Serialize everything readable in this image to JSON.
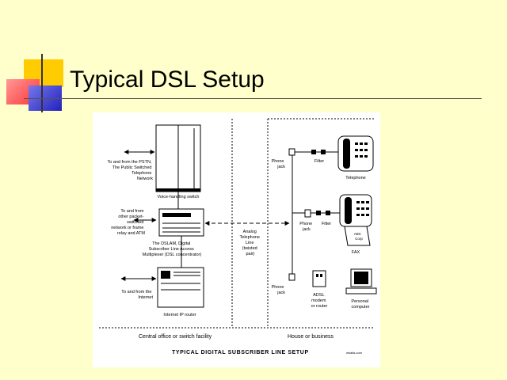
{
  "slide": {
    "title": "Typical DSL Setup",
    "accent_colors": {
      "yellow": "#ffcc00",
      "red": "#ff3333",
      "blue": "#3333cc"
    }
  },
  "diagram": {
    "caption": "TYPICAL DIGITAL SUBSCRIBER LINE SETUP",
    "credit": "whatis.com",
    "central_office": {
      "region_label": "Central office or switch facility",
      "pstn_label": [
        "To and from the PSTN,",
        "The Public Switched",
        "Telephone",
        "Network"
      ],
      "voice_switch_label": "Voice-handling switch",
      "packet_label": [
        "To and from",
        "other packet-",
        "switched",
        "network or frame",
        "relay and ATM"
      ],
      "dslam_label": [
        "The DSLAM, Digital",
        "Subscriber Line Access",
        "Multiplexer (DSL concentrator)"
      ],
      "internet_label": [
        "To and from the",
        "Internet"
      ],
      "router_label": "Internet IP router"
    },
    "line_label": [
      "Analog",
      "Telephone",
      "Line",
      "(twisted",
      "pair)"
    ],
    "premises": {
      "region_label": "House or business",
      "phone_jack_1": [
        "Phone",
        "jack"
      ],
      "filter_1": "Filter",
      "telephone_label": "Telephone",
      "phone_jack_2": [
        "Phone",
        "jack"
      ],
      "filter_2": "Filter",
      "fax_label": "FAX",
      "fax_sheet": [
        "ABC",
        "Corp"
      ],
      "phone_jack_3": [
        "Phone",
        "jack"
      ],
      "modem_label": [
        "ADSL",
        "modem",
        "or router"
      ],
      "pc_label": [
        "Personal",
        "computer"
      ]
    }
  }
}
